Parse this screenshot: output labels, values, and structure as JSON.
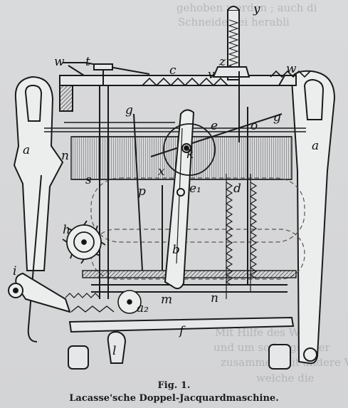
{
  "caption": {
    "figure_number": "Fig. 1.",
    "title": "Lacasse'sche Doppel-Jacquardmaschine."
  },
  "bleed_through": [
    "gehoben werden ; auch di",
    "Schneide bei herabli",
    "Mit Hilfe des Welle",
    "und um so langsamer",
    "zusammen mit andere V",
    "welche die"
  ],
  "figure_labels": {
    "w_left": "w",
    "t": "t",
    "c": "c",
    "v": "v",
    "z": "z",
    "w_right": "w",
    "y": "y",
    "g_left": "g",
    "g_right": "g",
    "e": "e",
    "o": "o",
    "n": "n",
    "a_left": "a",
    "a_right": "a",
    "k": "k",
    "x": "x",
    "e1": "e₁",
    "d": "d",
    "s": "s",
    "p": "p",
    "h": "h",
    "b": "b",
    "i": "i",
    "m": "m",
    "n_lower": "n",
    "a2": "a₂",
    "f": "f",
    "l": "l"
  }
}
